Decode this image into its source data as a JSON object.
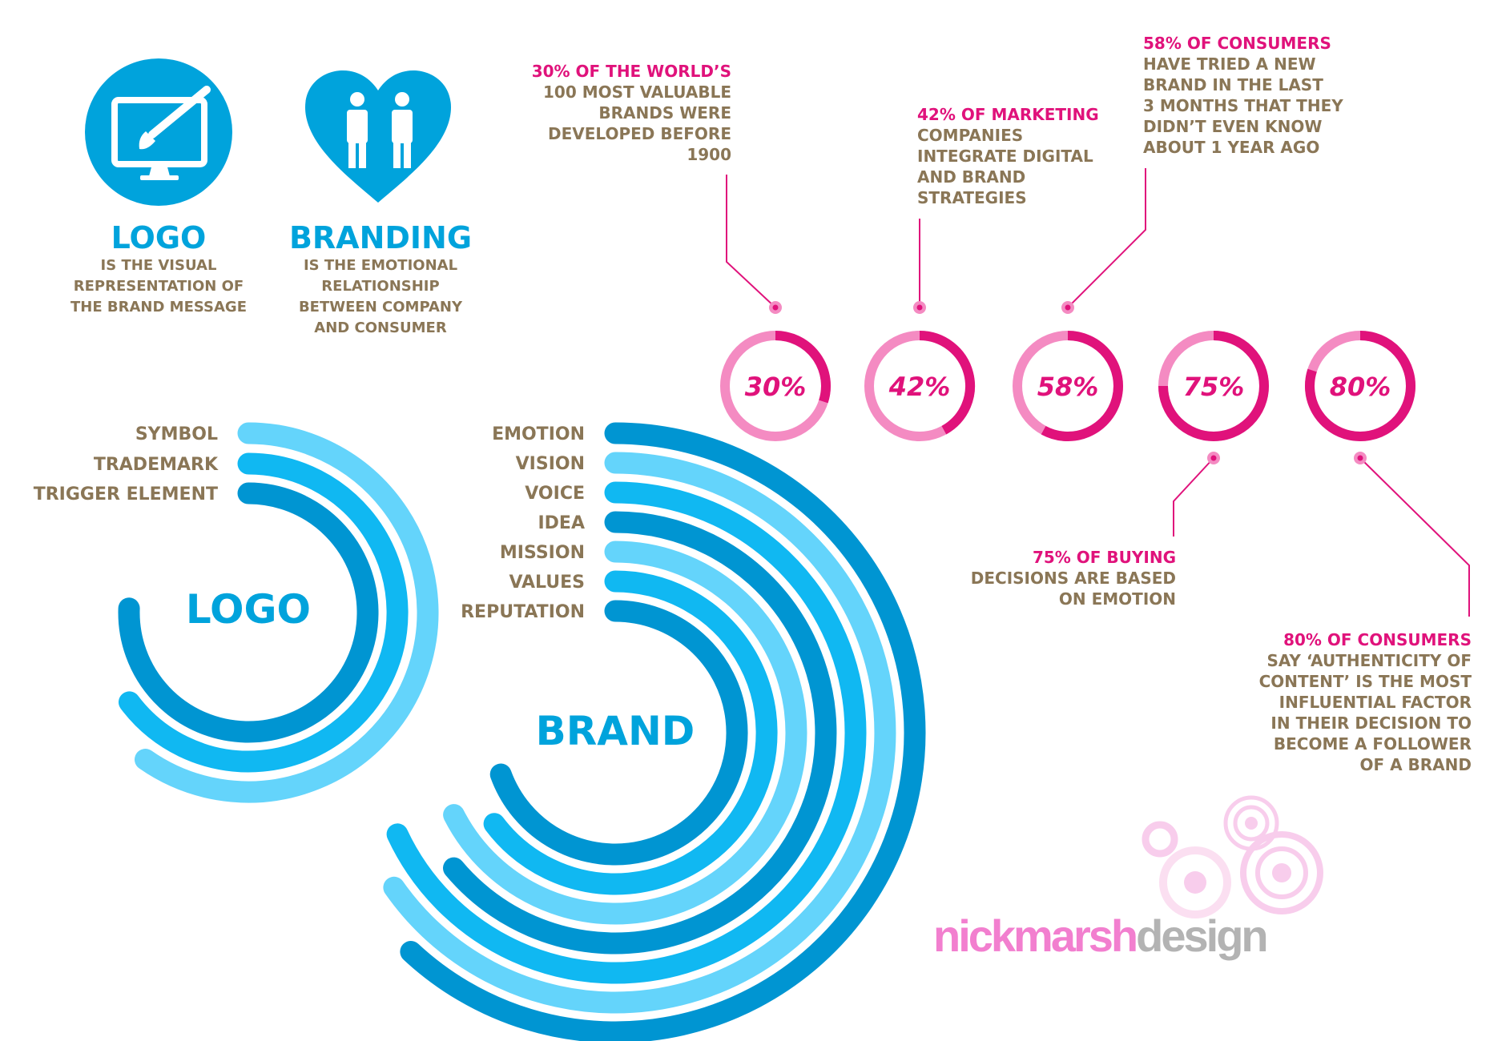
{
  "colors": {
    "blue": "#00a3dc",
    "dark_blue": "#0095d2",
    "light_blue": "#64d4fb",
    "mid_blue": "#10b8f2",
    "brown": "#8a7656",
    "pink": "#e0127b",
    "light_pink": "#f48bc2",
    "grey": "#b3b3b3"
  },
  "intro": {
    "logo": {
      "icon": "monitor-paintbrush-icon",
      "title": "LOGO",
      "desc": [
        "IS THE VISUAL",
        "REPRESENTATION OF",
        "THE BRAND MESSAGE"
      ]
    },
    "branding": {
      "icon": "heart-people-icon",
      "title": "BRANDING",
      "desc": [
        "IS THE EMOTIONAL",
        "RELATIONSHIP",
        "BETWEEN COMPANY",
        "AND CONSUMER"
      ]
    }
  },
  "logo_rings": {
    "center_label": "LOGO",
    "items": [
      "SYMBOL",
      "TRADEMARK",
      "TRIGGER ELEMENT"
    ]
  },
  "brand_rings": {
    "center_label": "BRAND",
    "items": [
      "EMOTION",
      "VISION",
      "VOICE",
      "IDEA",
      "MISSION",
      "VALUES",
      "REPUTATION"
    ]
  },
  "chart_data": {
    "type": "donut",
    "series": [
      {
        "label": "30%",
        "value": 30,
        "caption_lead": "30% OF THE WORLD’S",
        "caption_rest": [
          "100 MOST VALUABLE",
          "BRANDS WERE",
          "DEVELOPED BEFORE",
          "1900"
        ]
      },
      {
        "label": "42%",
        "value": 42,
        "caption_lead": "42% OF MARKETING",
        "caption_rest": [
          "COMPANIES",
          "INTEGRATE DIGITAL",
          "AND BRAND",
          "STRATEGIES"
        ]
      },
      {
        "label": "58%",
        "value": 58,
        "caption_lead": "58% OF CONSUMERS",
        "caption_rest": [
          "HAVE TRIED A NEW",
          "BRAND IN THE LAST",
          "3 MONTHS THAT THEY",
          "DIDN’T EVEN KNOW",
          "ABOUT  1 YEAR AGO"
        ]
      },
      {
        "label": "75%",
        "value": 75,
        "caption_lead": "75% OF BUYING",
        "caption_rest": [
          "DECISIONS ARE BASED",
          "ON EMOTION"
        ]
      },
      {
        "label": "80%",
        "value": 80,
        "caption_lead": "80% OF CONSUMERS",
        "caption_rest": [
          "SAY ‘AUTHENTICITY OF",
          "CONTENT’ IS THE MOST",
          "INFLUENTIAL FACTOR",
          "IN THEIR DECISION TO",
          "BECOME A FOLLOWER",
          "OF A BRAND"
        ]
      }
    ]
  },
  "footer": {
    "brand_pink": "nickmarsh",
    "brand_grey": "design"
  }
}
